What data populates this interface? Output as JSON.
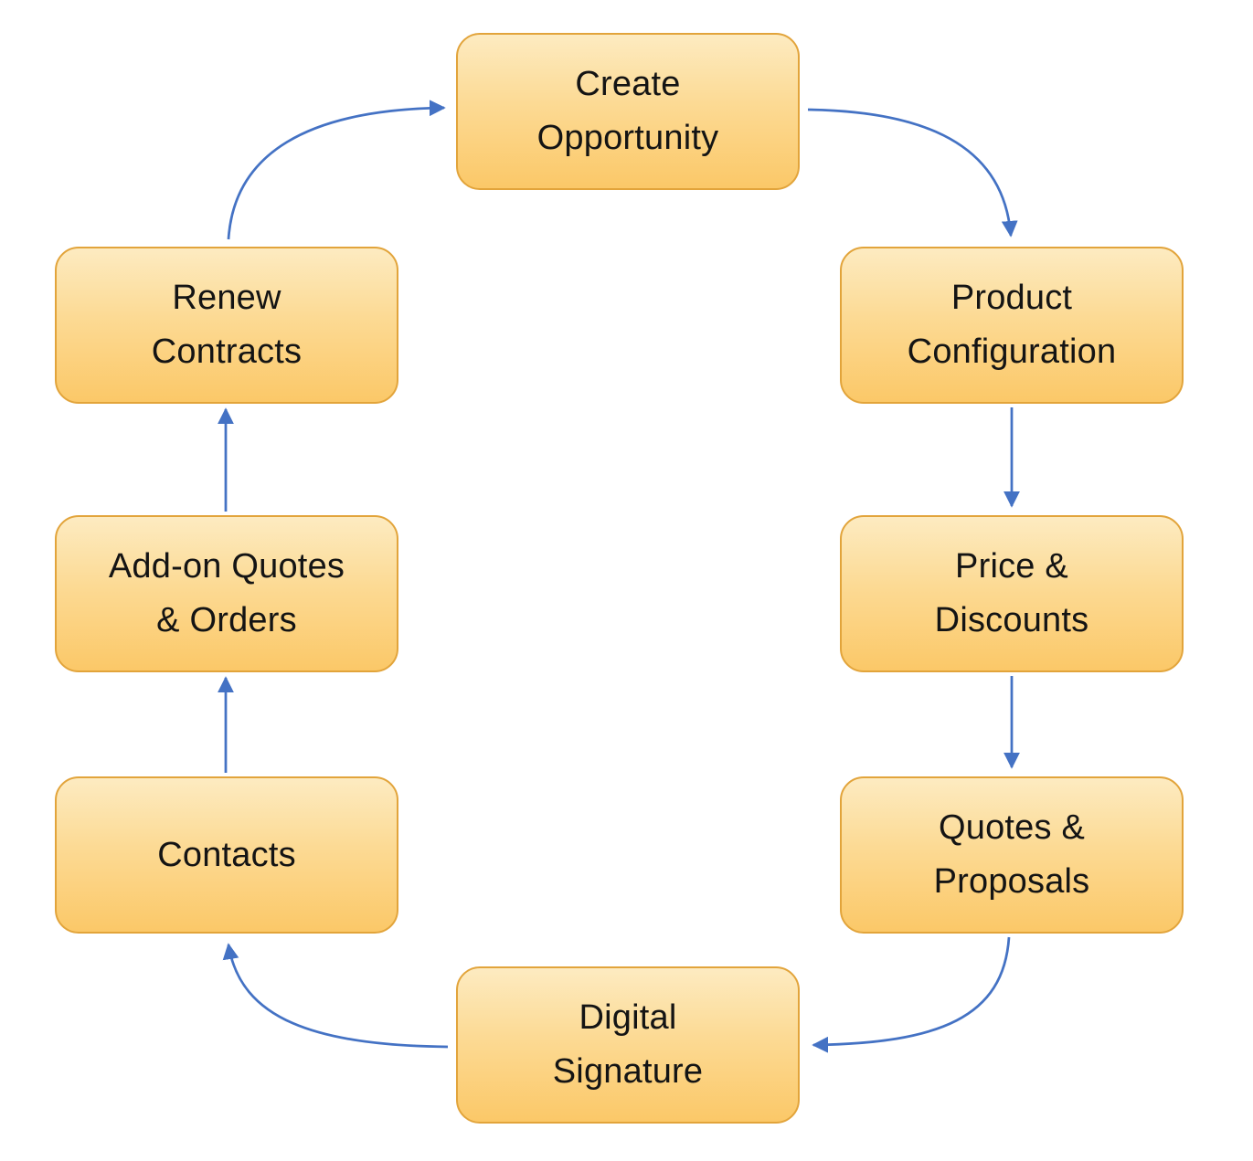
{
  "diagram": {
    "type": "cyclic-process-flow",
    "colors": {
      "arrow": "#4472C4",
      "box_border": "#E2A43B",
      "box_fill_top": "#FDEBC1",
      "box_fill_bottom": "#FBC868",
      "text": "#141414"
    },
    "nodes": {
      "create_opportunity": {
        "label": "Create\nOpportunity"
      },
      "product_configuration": {
        "label": "Product\nConfiguration"
      },
      "price_discounts": {
        "label": "Price &\nDiscounts"
      },
      "quotes_proposals": {
        "label": "Quotes &\nProposals"
      },
      "digital_signature": {
        "label": "Digital\nSignature"
      },
      "contacts": {
        "label": "Contacts"
      },
      "addon_quotes_orders": {
        "label": "Add-on Quotes\n& Orders"
      },
      "renew_contracts": {
        "label": "Renew\nContracts"
      }
    },
    "edges": [
      {
        "from": "renew_contracts",
        "to": "create_opportunity"
      },
      {
        "from": "create_opportunity",
        "to": "product_configuration"
      },
      {
        "from": "product_configuration",
        "to": "price_discounts"
      },
      {
        "from": "price_discounts",
        "to": "quotes_proposals"
      },
      {
        "from": "quotes_proposals",
        "to": "digital_signature"
      },
      {
        "from": "digital_signature",
        "to": "contacts"
      },
      {
        "from": "contacts",
        "to": "addon_quotes_orders"
      },
      {
        "from": "addon_quotes_orders",
        "to": "renew_contracts"
      }
    ]
  }
}
